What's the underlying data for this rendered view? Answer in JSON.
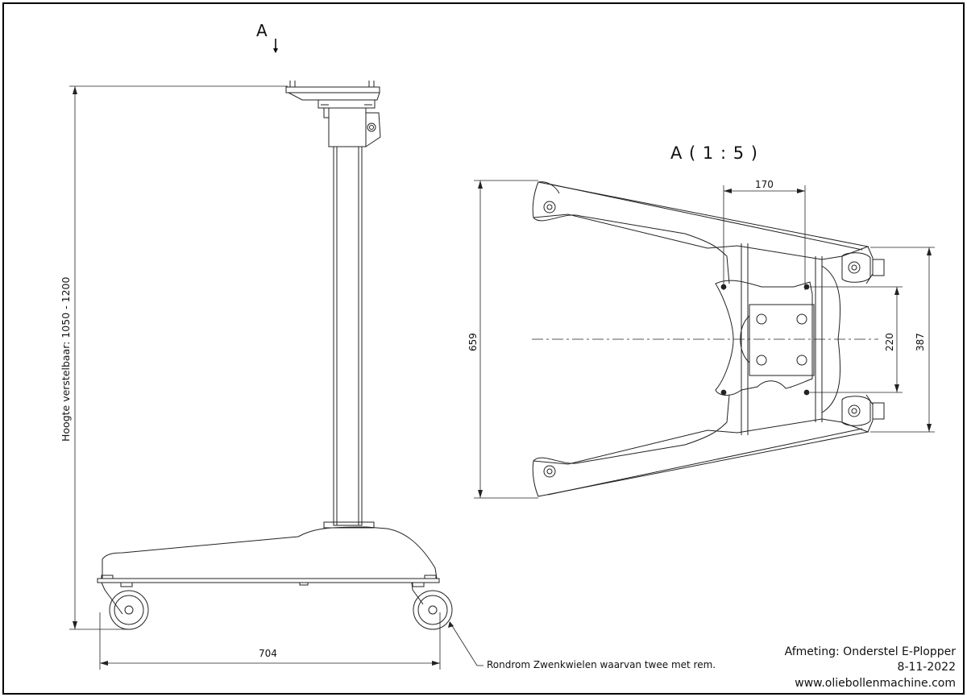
{
  "view_marker": "A",
  "section_view_title": "A ( 1 : 5 )",
  "dimensions": {
    "height": "Hoogte verstelbaar: 1050 - 1200",
    "base_width": "704",
    "top_width": "170",
    "frame_depth": "659",
    "hole_spacing": "220",
    "caster_spacing": "387"
  },
  "callout": "Rondrom Zwenkwielen waarvan twee met rem.",
  "title_block": {
    "description": "Afmeting: Onderstel E-Plopper",
    "date": "8-11-2022",
    "website": "www.oliebollenmachine.com"
  }
}
